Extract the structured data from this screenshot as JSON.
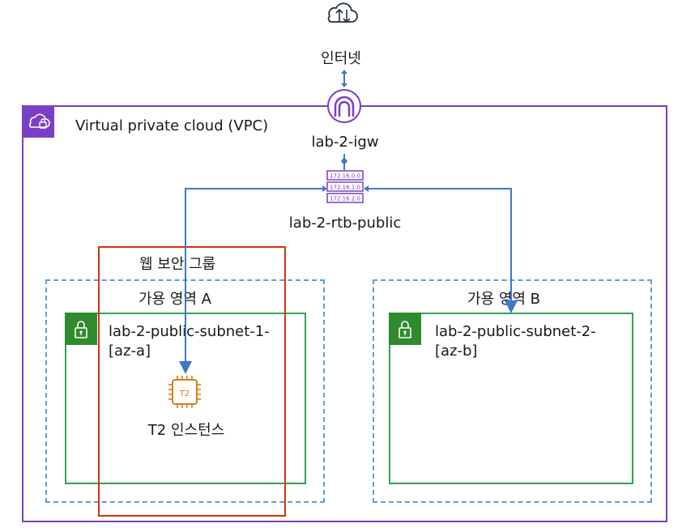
{
  "internet": {
    "label": "인터넷",
    "icon": "internet-cloud-icon"
  },
  "igw": {
    "label": "lab-2-igw",
    "icon": "internet-gateway-icon"
  },
  "route_table": {
    "label": "lab-2-rtb-public",
    "icon": "route-table-icon",
    "entries": [
      "172.16.0.0",
      "172.16.1.0",
      "172.16.2.0"
    ]
  },
  "vpc": {
    "label": "Virtual private cloud (VPC)",
    "icon": "vpc-cloud-lock-icon",
    "color": "#7b3fc4"
  },
  "security_group": {
    "label": "웹 보안 그룹",
    "color": "#d13212"
  },
  "availability_zones": [
    {
      "label": "가용 영역 A"
    },
    {
      "label": "가용 영역 B"
    }
  ],
  "subnets": [
    {
      "label": "lab-2-public-subnet-1-\n[az-a]",
      "icon": "lock-icon"
    },
    {
      "label": "lab-2-public-subnet-2-\n[az-b]",
      "icon": "lock-icon"
    }
  ],
  "instance": {
    "label": "T2 인스턴스",
    "chip_text": "T2",
    "icon": "ec2-chip-icon",
    "color": "#e07b1a"
  },
  "colors": {
    "connector": "#3f77c9",
    "subnet": "#2ea44f",
    "az_border": "#5ea0d6"
  }
}
